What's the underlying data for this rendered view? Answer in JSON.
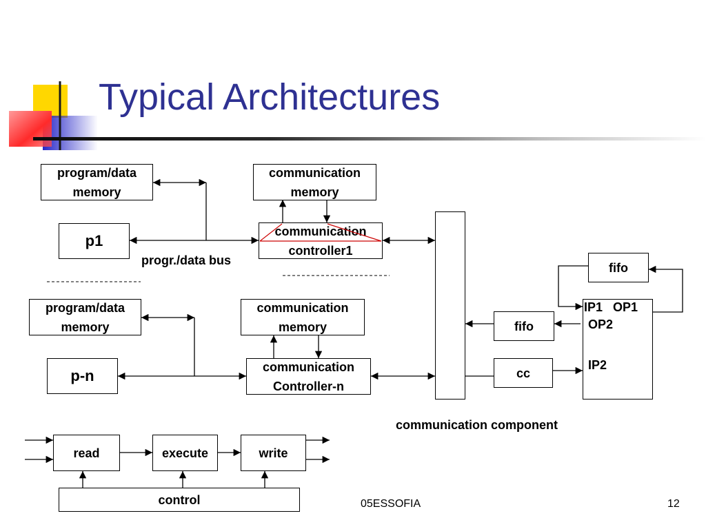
{
  "title": "Typical Architectures",
  "boxes": {
    "pdm1": "program/data\nmemory",
    "cm1": "communication\nmemory",
    "p1": "p1",
    "cc1": "communication\ncontroller1",
    "pdm2": "program/data\nmemory",
    "cm2": "communication\nmemory",
    "pn": "p-n",
    "ccn": "communication\nController-n",
    "fifo_top": "fifo",
    "fifo_mid": "fifo",
    "cc": "cc",
    "read": "read",
    "execute": "execute",
    "write": "write",
    "control": "control"
  },
  "labels": {
    "bus": "progr./data bus",
    "ip1_op1": "IP1   OP1",
    "op2": "OP2",
    "ip2": "IP2",
    "component": "communication component"
  },
  "footer": {
    "left": "05ESSOFIA",
    "page": "12"
  },
  "colors": {
    "title": "#2e3192",
    "logo_yellow": "#ffd700",
    "logo_blue": "#2727c8",
    "logo_red": "#ff2a2a",
    "highlight_line": "#cc0000"
  }
}
